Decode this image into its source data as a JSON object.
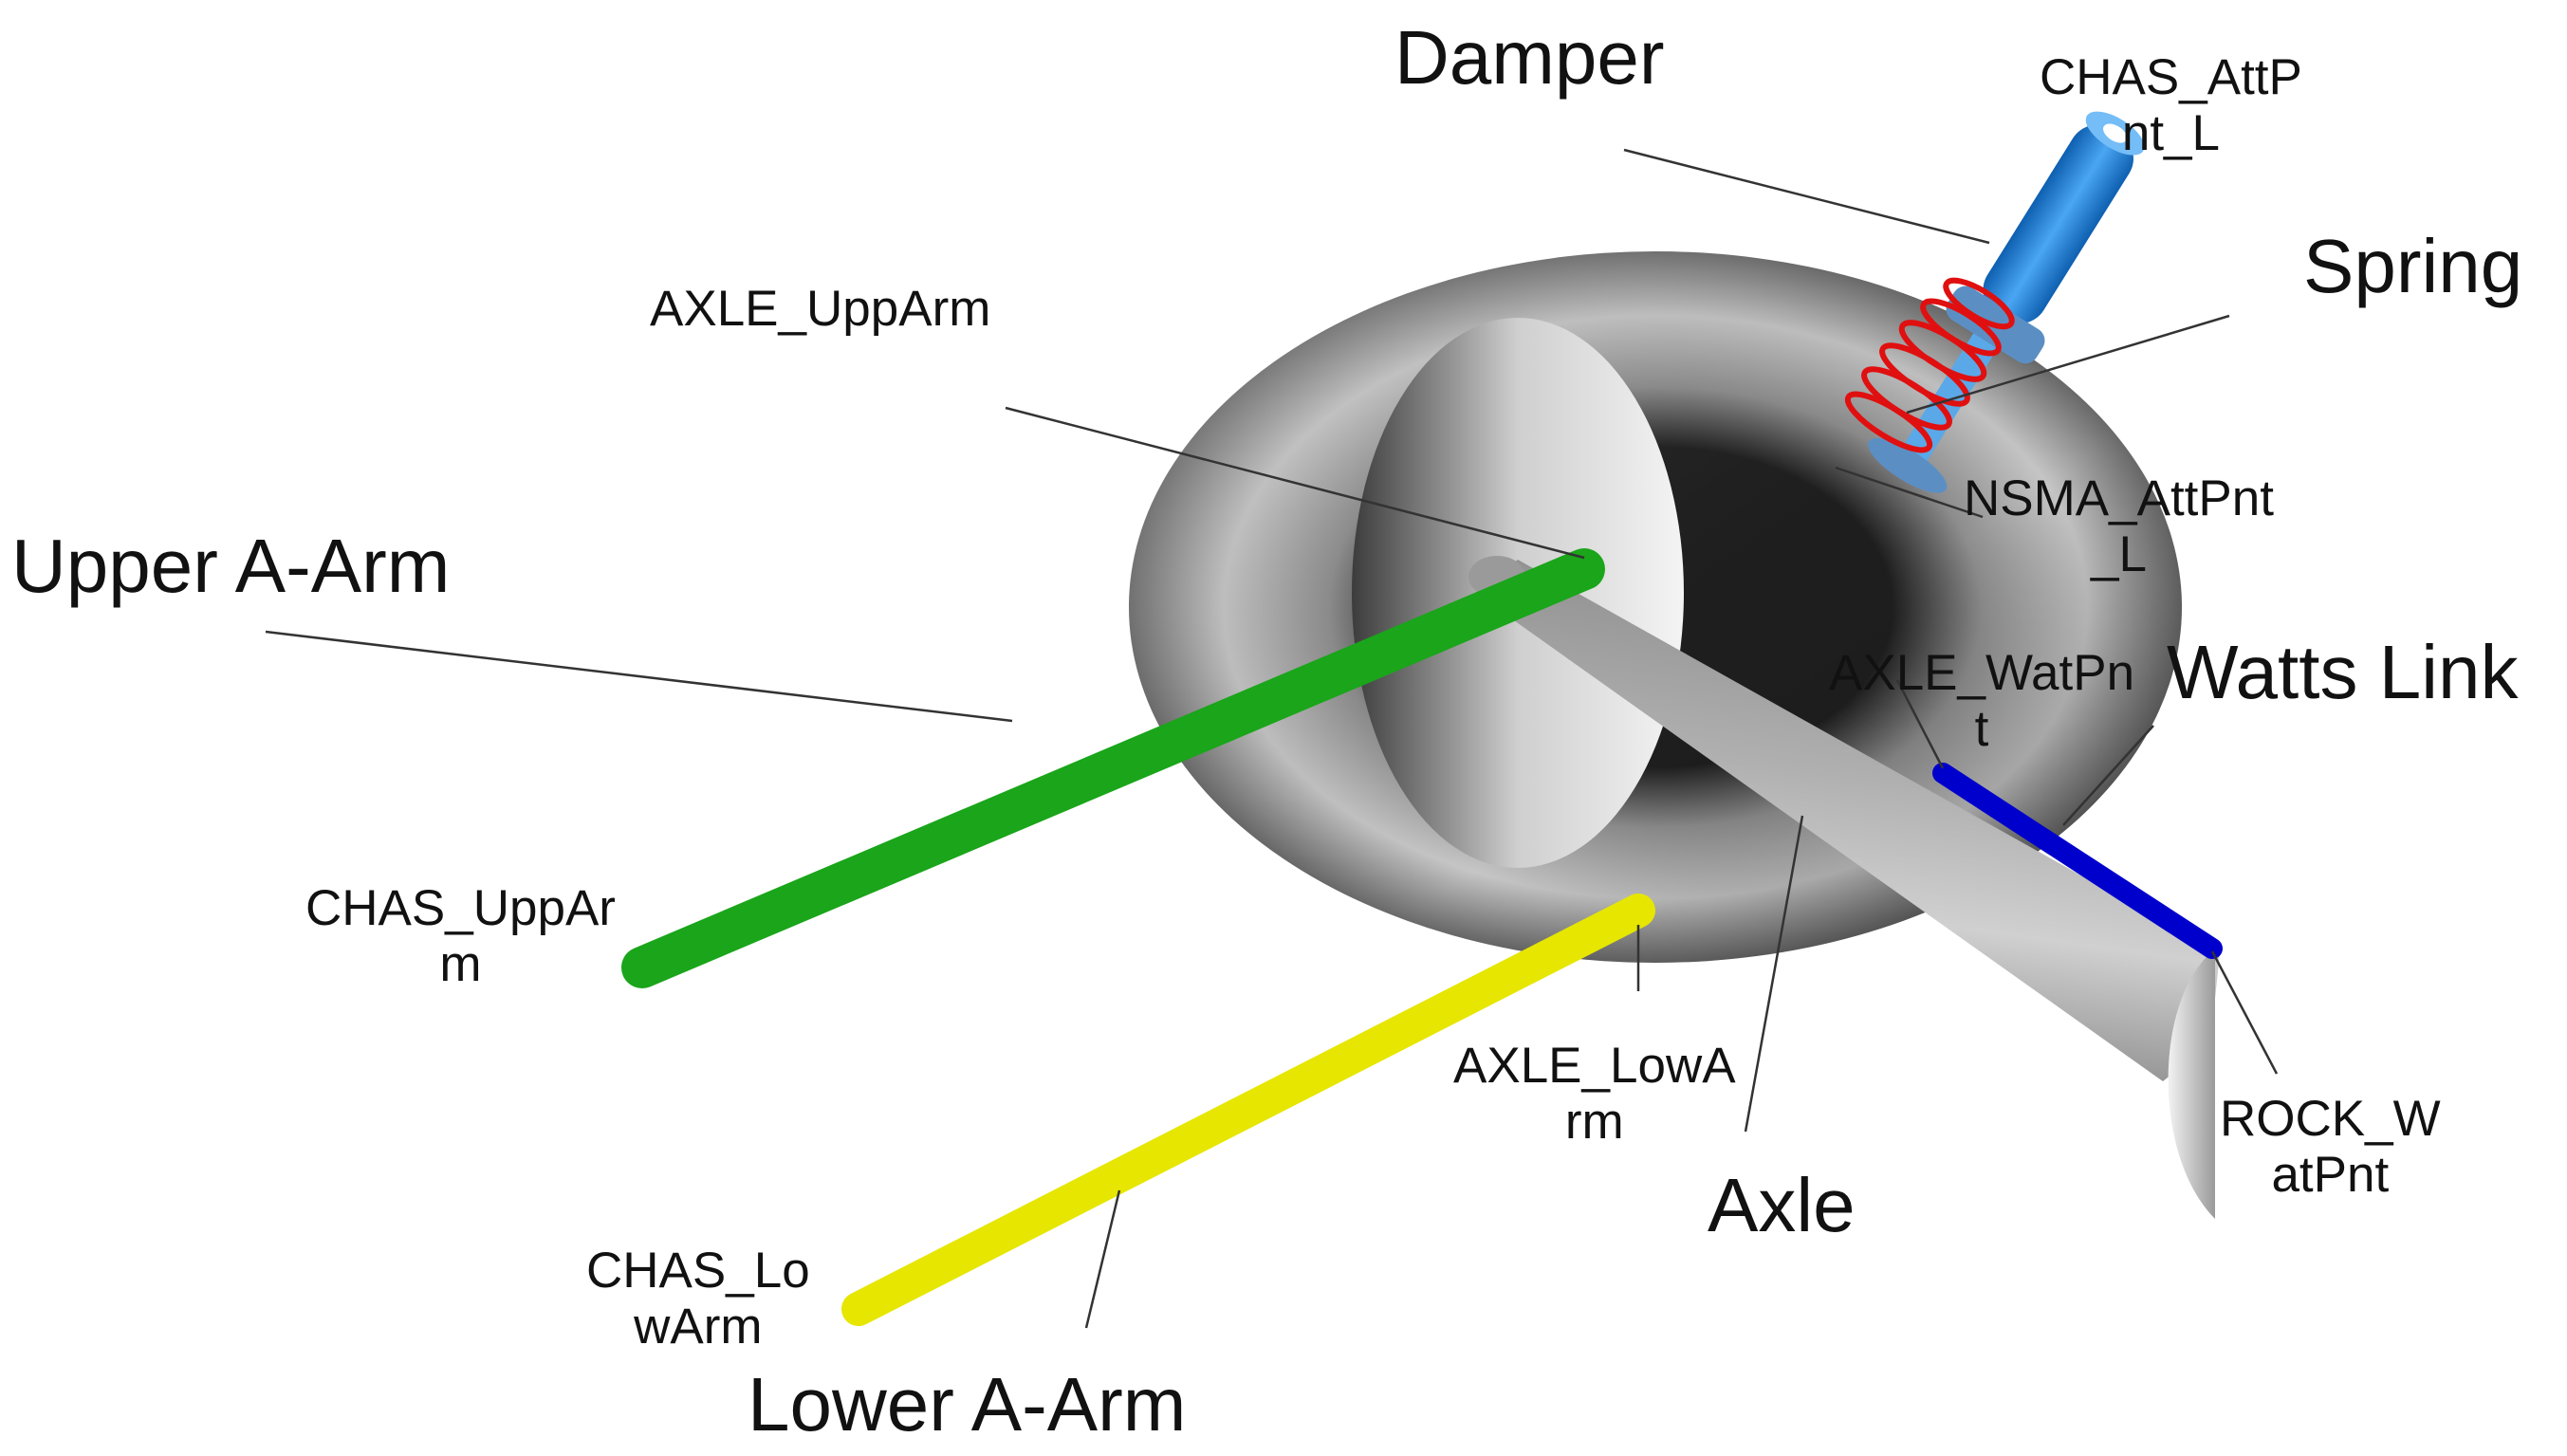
{
  "labels": {
    "damper": "Damper",
    "chas_attpnt_l": "CHAS_AttP\nnt_L",
    "spring": "Spring",
    "axle_upparm": "AXLE_UppArm",
    "nsma_attpnt_l": "NSMA_AttPnt\n_L",
    "upper_a_arm": "Upper A-Arm",
    "axle_watpnt": "AXLE_WatPn\nt",
    "watts_link": "Watts Link",
    "chas_upparm": "CHAS_UppAr\nm",
    "axle_lowarm": "AXLE_LowA\nrm",
    "rock_watpnt": "ROCK_W\natPnt",
    "axle": "Axle",
    "chas_lowarm": "CHAS_Lo\nwArm",
    "lower_a_arm": "Lower A-Arm"
  },
  "colors": {
    "upper_arm": "#1aa51a",
    "lower_arm": "#e6e600",
    "watts_link": "#0000cc",
    "damper": "#1f7fd6",
    "spring": "#e01010",
    "tire": "#6b6b6b",
    "axle": "#a8a8a8",
    "leader": "#333333"
  }
}
